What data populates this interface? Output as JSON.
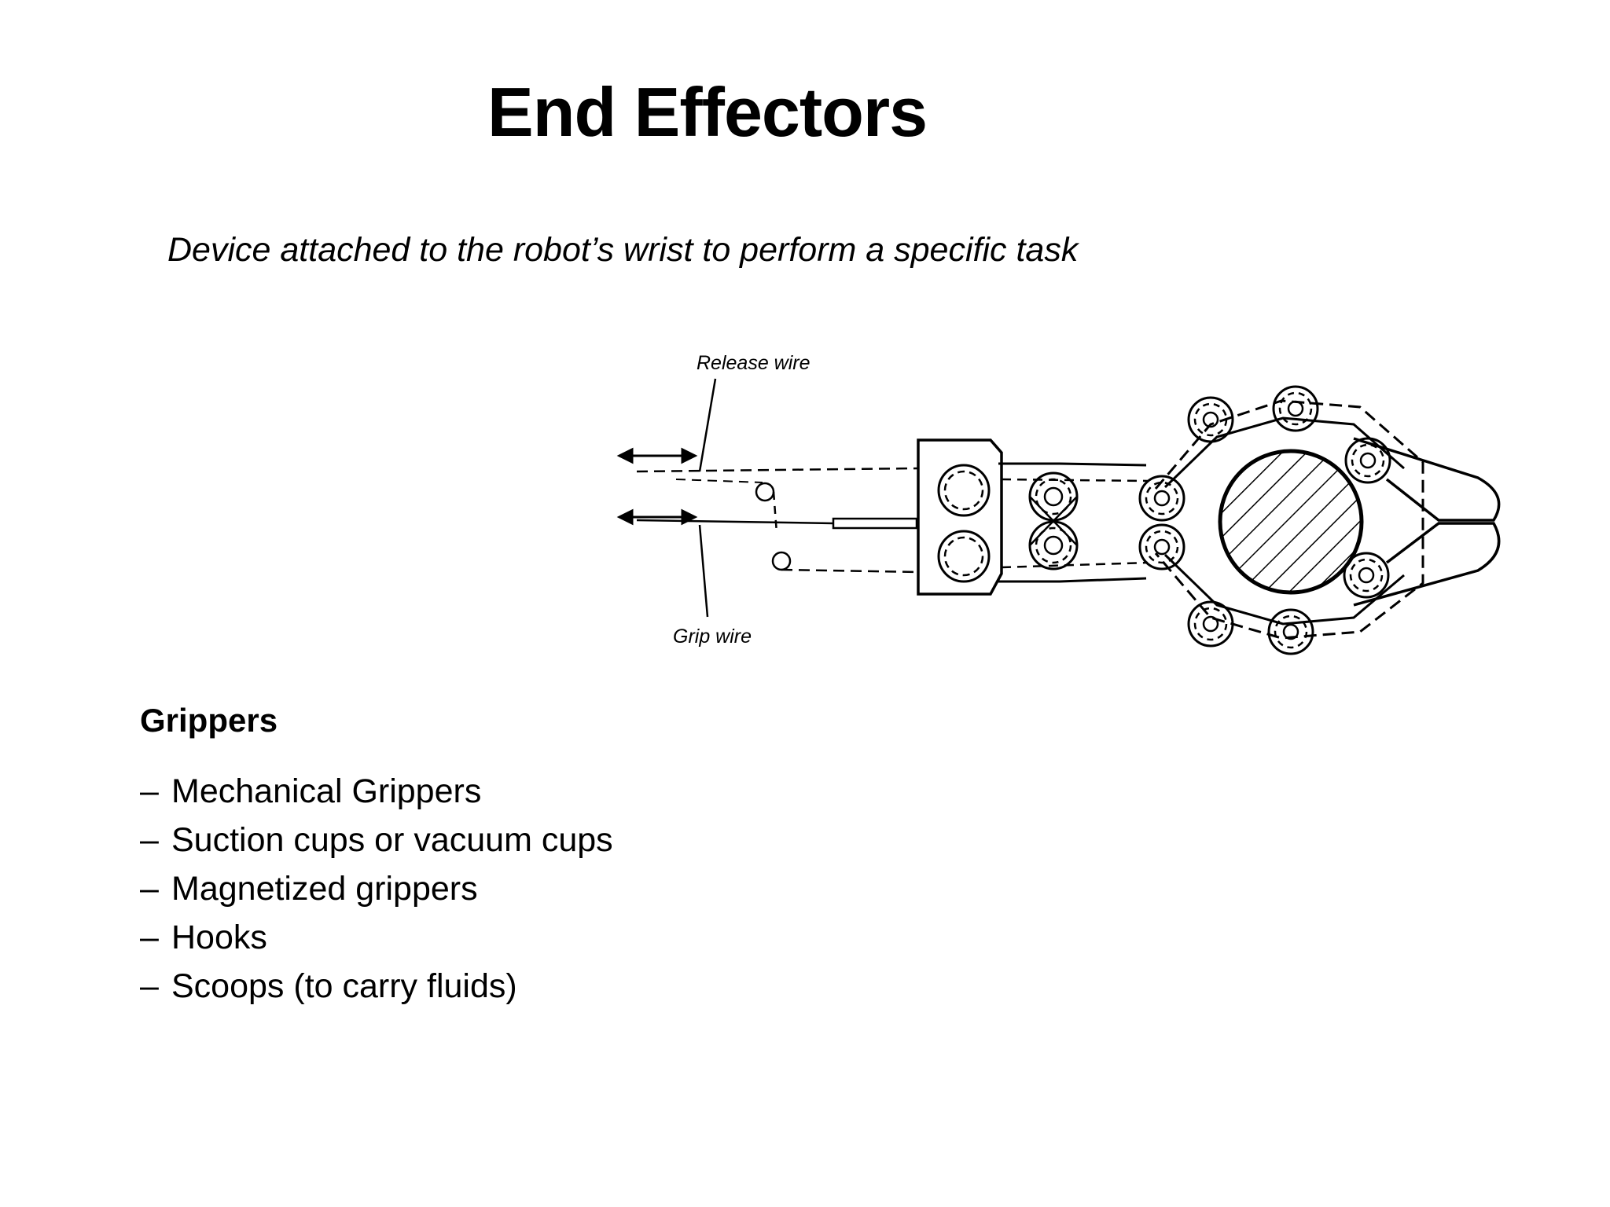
{
  "slide": {
    "title": "End Effectors",
    "subtitle": "Device attached to the robot’s wrist to perform a specific task"
  },
  "diagram": {
    "labels": {
      "release_wire": "Release wire",
      "grip_wire": "Grip wire"
    }
  },
  "grippers": {
    "heading": "Grippers",
    "dash": "–",
    "items": [
      "Mechanical Grippers",
      "Suction cups or vacuum cups",
      "Magnetized grippers",
      "Hooks",
      "Scoops (to carry fluids)"
    ]
  }
}
